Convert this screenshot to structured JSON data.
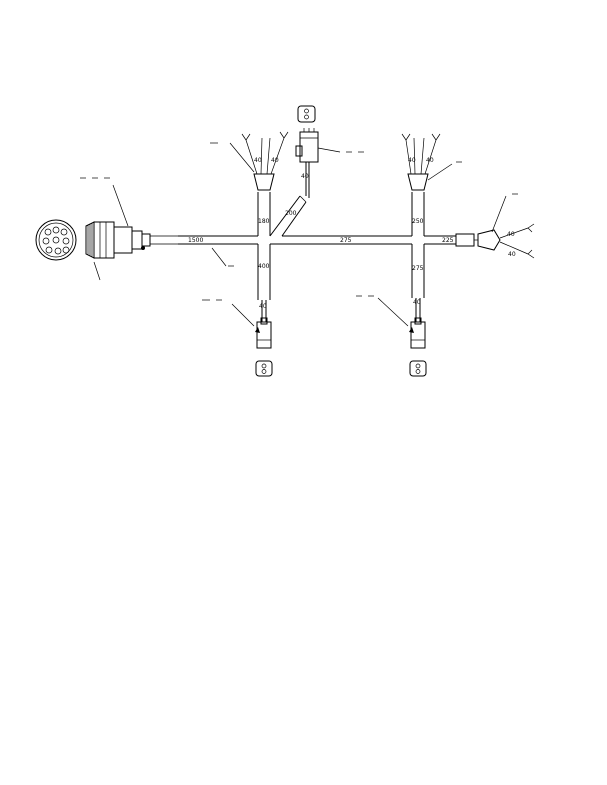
{
  "harness": {
    "trunk": {
      "main_length": "1500",
      "middle_length": "275",
      "end_length": "225"
    },
    "junction1": {
      "up_length": "180",
      "branch_length": "200",
      "branch_connector_length": "40",
      "down_length": "400",
      "down_connector_length": "40",
      "top_left_wire": "40",
      "top_right_wire": "40"
    },
    "junction2": {
      "up_length": "250",
      "down_length": "275",
      "down_connector_length": "40",
      "top_left_wire": "40",
      "top_right_wire": "40"
    },
    "end_connector": {
      "upper_wire": "40",
      "lower_wire": "40"
    }
  }
}
